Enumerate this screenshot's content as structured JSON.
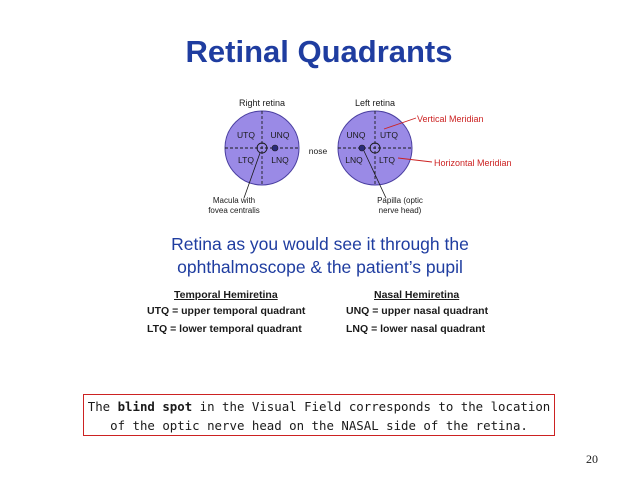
{
  "slide": {
    "title": "Retinal Quadrants",
    "page_number": "20"
  },
  "diagram": {
    "right_retina_label": "Right retina",
    "left_retina_label": "Left retina",
    "right": {
      "upper_left": "UTQ",
      "upper_right": "UNQ",
      "lower_left": "LTQ",
      "lower_right": "LNQ"
    },
    "left": {
      "upper_left": "UNQ",
      "upper_right": "UTQ",
      "lower_left": "LNQ",
      "lower_right": "LTQ"
    },
    "nose_label": "nose",
    "vertical_meridian": "Vertical Meridian",
    "horizontal_meridian": "Horizontal Meridian",
    "macula_line1": "Macula with",
    "macula_line2": "fovea centralis",
    "papilla_line1": "Papilla (optic",
    "papilla_line2": "nerve head)",
    "circle_color": "#9a8ae6",
    "annotation_color": "#cc2222"
  },
  "caption": {
    "line1": "Retina as you would see it through the",
    "line2": "ophthalmoscope & the patient’s pupil"
  },
  "legend": {
    "temporal_header": "Temporal Hemiretina",
    "temporal_upper": "UTQ = upper temporal quadrant",
    "temporal_lower": "LTQ = lower temporal quadrant",
    "nasal_header": "Nasal Hemiretina",
    "nasal_upper": "UNQ = upper nasal quadrant",
    "nasal_lower": "LNQ = lower nasal quadrant"
  },
  "note": {
    "part1": "The ",
    "bold": "blind spot",
    "part2": " in the Visual Field corresponds to the location of the optic nerve head on the NASAL side of the retina."
  }
}
